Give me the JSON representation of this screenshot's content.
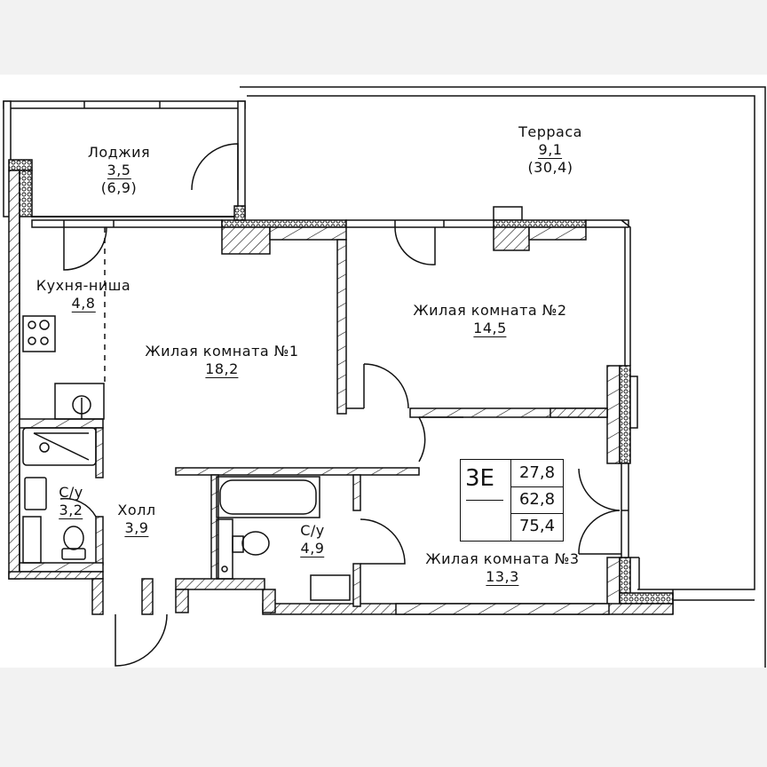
{
  "plan": {
    "apartment_type": "3E",
    "area_living": "27,8",
    "area_total": "62,8",
    "area_total_with_outdoor": "75,4"
  },
  "rooms": {
    "loggia": {
      "name": "Лоджия",
      "area": "3,5",
      "area_full": "(6,9)"
    },
    "terrace": {
      "name": "Терраса",
      "area": "9,1",
      "area_full": "(30,4)"
    },
    "kitchen": {
      "name": "Кухня-ниша",
      "area": "4,8"
    },
    "living1": {
      "name": "Жилая комната №1",
      "area": "18,2"
    },
    "living2": {
      "name": "Жилая комната №2",
      "area": "14,5"
    },
    "living3": {
      "name": "Жилая комната №3",
      "area": "13,3"
    },
    "bath1": {
      "name": "С/у",
      "area": "3,2"
    },
    "hall": {
      "name": "Холл",
      "area": "3,9"
    },
    "bath2": {
      "name": "С/у",
      "area": "4,9"
    }
  },
  "colors": {
    "line": "#111111",
    "background": "#ffffff",
    "margin": "#f2f2f2"
  }
}
